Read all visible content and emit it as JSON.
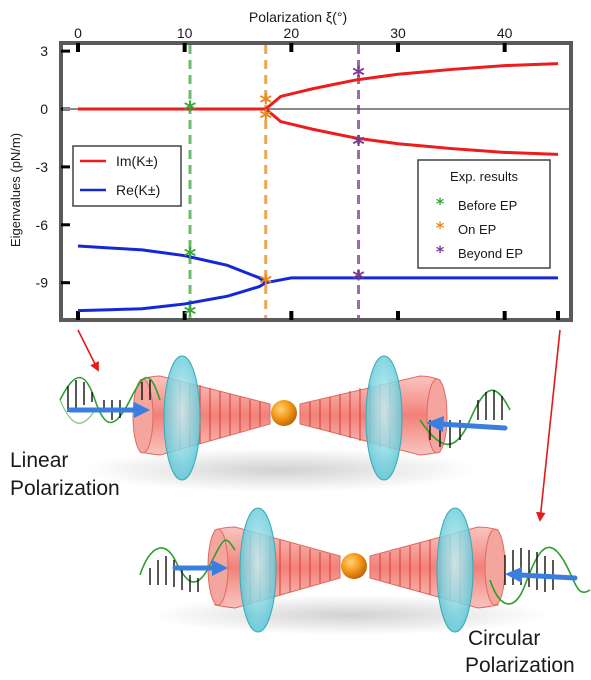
{
  "chart_data": {
    "type": "line",
    "xlabel": "Polarization ξ(°)",
    "ylabel": "Eigenvalues (pN/m)",
    "x_ticks": [
      "0",
      "10",
      "20",
      "30",
      "40"
    ],
    "y_ticks": [
      "3",
      "0",
      "-3",
      "-6",
      "-9"
    ],
    "xlim": [
      0,
      45
    ],
    "ylim": [
      -10.8,
      3
    ],
    "exceptional_point_x": 17.6,
    "series": [
      {
        "name": "Im(K±)",
        "color": "#ee1c1c",
        "points": [
          [
            0,
            0
          ],
          [
            17.6,
            0
          ],
          [
            19,
            0.65
          ],
          [
            22,
            1.05
          ],
          [
            26,
            1.5
          ],
          [
            30,
            1.8
          ],
          [
            35,
            2.05
          ],
          [
            40,
            2.25
          ],
          [
            45,
            2.35
          ]
        ]
      },
      {
        "name": "Im(K±)",
        "color": "#ee1c1c",
        "points": [
          [
            0,
            0
          ],
          [
            17.6,
            0
          ],
          [
            19,
            -0.65
          ],
          [
            22,
            -1.05
          ],
          [
            26,
            -1.5
          ],
          [
            30,
            -1.8
          ],
          [
            35,
            -2.05
          ],
          [
            40,
            -2.25
          ],
          [
            45,
            -2.35
          ]
        ]
      },
      {
        "name": "Re(K±)",
        "color": "#1428d8",
        "points": [
          [
            0,
            -7.1
          ],
          [
            6,
            -7.3
          ],
          [
            10,
            -7.6
          ],
          [
            14,
            -8.1
          ],
          [
            17,
            -8.75
          ],
          [
            17.6,
            -9.0
          ],
          [
            20,
            -8.75
          ],
          [
            45,
            -8.75
          ]
        ]
      },
      {
        "name": "Re(K±)",
        "color": "#1428d8",
        "points": [
          [
            0,
            -10.45
          ],
          [
            6,
            -10.35
          ],
          [
            10,
            -10.1
          ],
          [
            14,
            -9.7
          ],
          [
            17,
            -9.2
          ],
          [
            17.6,
            -9.0
          ]
        ]
      }
    ],
    "experiments": [
      {
        "name": "Before EP",
        "color": "#3aa83a",
        "x": 10.5,
        "y": [
          0,
          -7.6,
          -10.6
        ]
      },
      {
        "name": "On EP",
        "color": "#e8891a",
        "x": 17.6,
        "y": [
          0.35,
          -0.45,
          -9.0
        ]
      },
      {
        "name": "Beyond EP",
        "color": "#7a3b8f",
        "x": 26.3,
        "y": [
          1.8,
          -1.8,
          -8.75
        ]
      }
    ],
    "legend_lines": [
      "Im(K±)",
      "Re(K±)"
    ],
    "legend_exp_title": "Exp. results"
  },
  "labels": {
    "linear_line1": "Linear",
    "linear_line2": "Polarization",
    "circular_line1": "Circular",
    "circular_line2": "Polarization"
  }
}
